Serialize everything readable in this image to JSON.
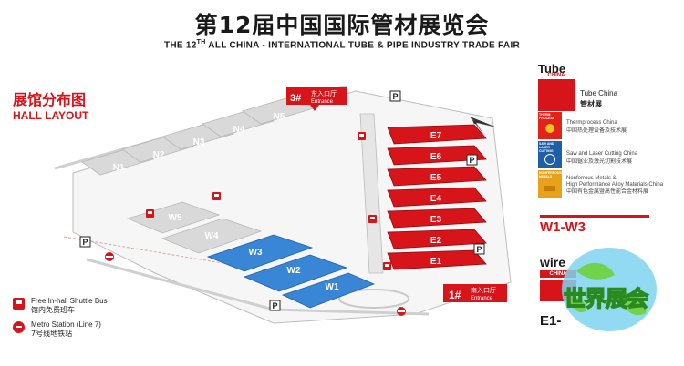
{
  "header": {
    "title_cn": "第12届中国国际管材展览会",
    "title_en_pre": "THE 12",
    "title_en_sup": "TH",
    "title_en_post": " ALL CHINA - INTERNATIONAL TUBE & PIPE INDUSTRY TRADE FAIR"
  },
  "layout": {
    "title_cn": "展馆分布图",
    "title_en": "HALL LAYOUT"
  },
  "halls": {
    "east": [
      "E1",
      "E2",
      "E3",
      "E4",
      "E5",
      "E6",
      "E7"
    ],
    "west": [
      "W1",
      "W2",
      "W3",
      "W4",
      "W5"
    ],
    "north": [
      "N1",
      "N2",
      "N3",
      "N4",
      "N5"
    ]
  },
  "entrances": {
    "east": {
      "num": "3#",
      "cn": "东入口厅",
      "en": "Entrance"
    },
    "south": {
      "num": "1#",
      "cn": "南入口厅",
      "en": "Entrance"
    }
  },
  "legend": {
    "shuttle": {
      "en": "Free In-hall Shuttle Bus",
      "cn": "馆内免费班车"
    },
    "metro": {
      "en": "Metro Station (Line 7)",
      "cn": "7号线地铁站"
    }
  },
  "sidebar": {
    "tube_logo": "Tube",
    "tube_sub": "CHINA",
    "tube_name_en": "Tube China",
    "tube_name_cn": "管材展",
    "sections": [
      {
        "en": "Thermprocess China",
        "cn": "中国热处理设备及技术展",
        "color": "#e2231a",
        "badge": "THERM PROCESS"
      },
      {
        "en": "Saw and Laser Cutting China",
        "cn": "中国锯业及激光切割技术展",
        "color": "#1f5fa8",
        "badge": "SAW AND LASER CUTTING"
      },
      {
        "en": "Nonferrous Metals &",
        "en2": "High Performance Alloy Materials China",
        "cn": "中国有色金属暨高性能合金材料展",
        "color": "#e8a21a",
        "badge": "NONFERROUS METALS"
      }
    ],
    "w_range": "W1-W3",
    "wire_logo": "wire",
    "wire_sub": "CHINA",
    "e_range": "E1-",
    "watermark": "世界展会"
  },
  "colors": {
    "red": "#d7141a",
    "blue": "#3a86d6",
    "gray": "#d9d9d9",
    "dark": "#1a1a1a"
  }
}
